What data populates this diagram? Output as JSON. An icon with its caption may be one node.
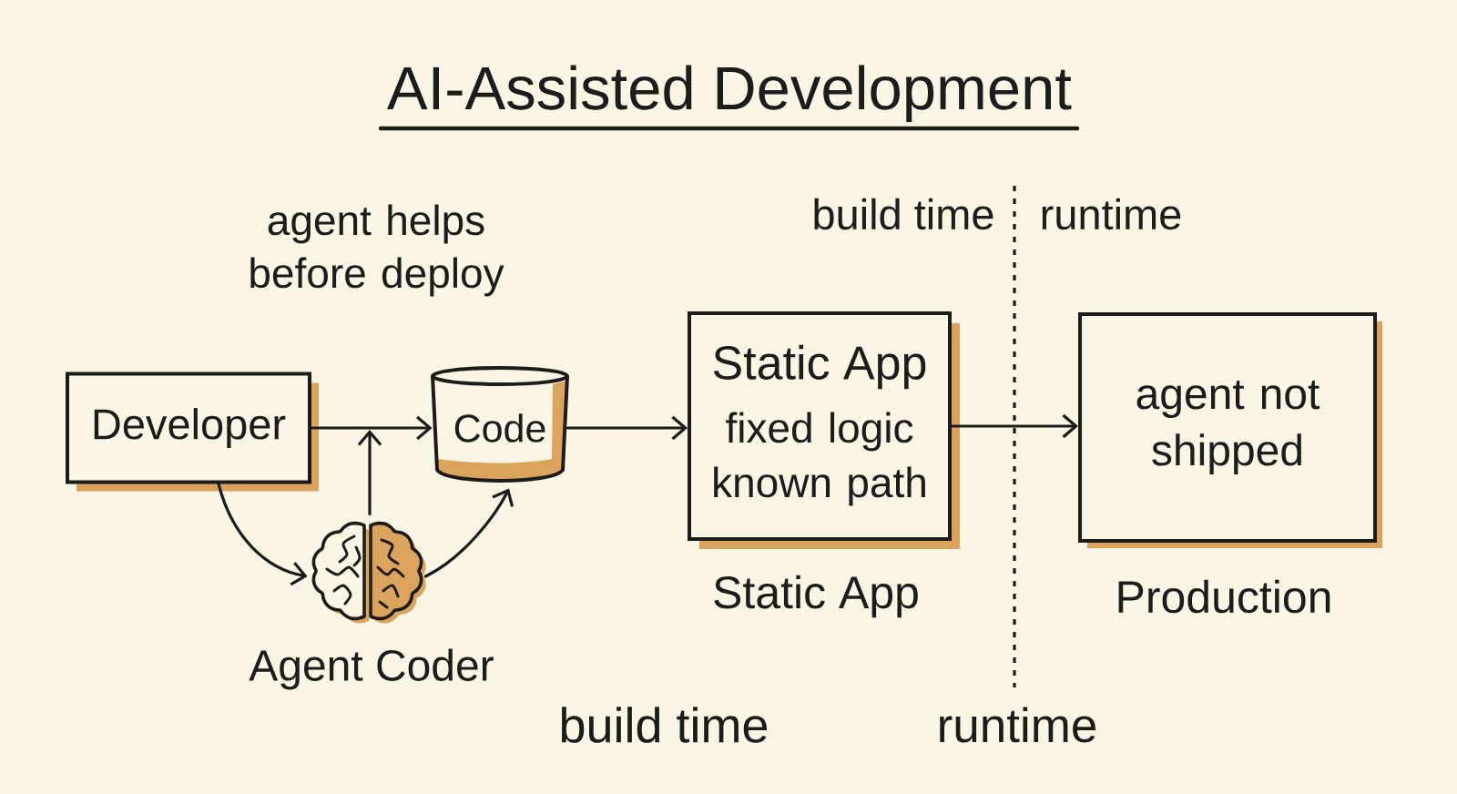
{
  "diagram": {
    "title": "AI-Assisted Development",
    "nodes": [
      {
        "text": [
          "Developer"
        ]
      },
      {
        "text": [
          "Code"
        ]
      },
      {
        "text": [
          "Static App",
          "fixed logic known path"
        ],
        "beside": [
          "Static App"
        ]
      },
      {
        "text": [
          "agent not shipped"
        ],
        "beside": [
          "Production"
        ]
      },
      {
        "text": [],
        "shape": "picture",
        "beside": [
          "Agent Coder"
        ]
      }
    ],
    "edges": [
      {
        "from": 0,
        "to": 1,
        "arrow": "to"
      },
      {
        "from": 1,
        "to": 2,
        "arrow": "to"
      },
      {
        "from": 2,
        "to": 3,
        "arrow": "to"
      },
      {
        "from": 0,
        "to": 4,
        "arrow": "to"
      },
      {
        "from": 4,
        "to": 1,
        "arrow": "to"
      },
      {
        "from": 4,
        "to": null,
        "arrow": "to"
      }
    ],
    "labels": [
      "agent helps before deploy",
      "build time",
      "runtime",
      "build time",
      "runtime"
    ]
  }
}
